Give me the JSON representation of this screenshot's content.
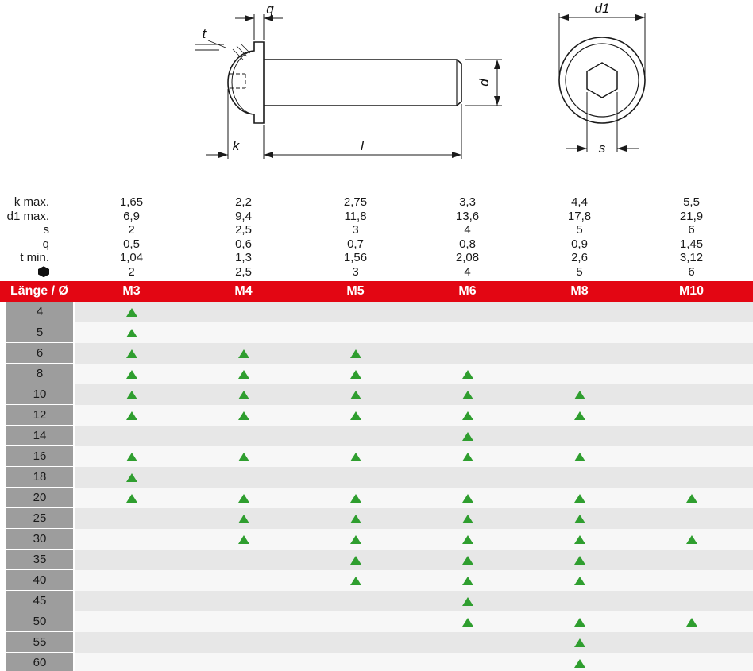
{
  "colors": {
    "header_red": "#e30613",
    "row_dark": "#e7e7e7",
    "row_light": "#f7f7f7",
    "label_gray": "#9d9d9d",
    "triangle_green": "#2f9e2f",
    "line_dark": "#1a1a1a"
  },
  "diagram": {
    "labels": {
      "q": "q",
      "t": "t",
      "k": "k",
      "l": "l",
      "d": "d",
      "d1": "d1",
      "s": "s"
    }
  },
  "spec_table": {
    "rows": [
      {
        "label": "k max.",
        "values": [
          "1,65",
          "2,2",
          "2,75",
          "3,3",
          "4,4",
          "5,5"
        ]
      },
      {
        "label": "d1 max.",
        "values": [
          "6,9",
          "9,4",
          "11,8",
          "13,6",
          "17,8",
          "21,9"
        ]
      },
      {
        "label": "s",
        "values": [
          "2",
          "2,5",
          "3",
          "4",
          "5",
          "6"
        ]
      },
      {
        "label": "q",
        "values": [
          "0,5",
          "0,6",
          "0,7",
          "0,8",
          "0,9",
          "1,45"
        ]
      },
      {
        "label": "t min.",
        "values": [
          "1,04",
          "1,3",
          "1,56",
          "2,08",
          "2,6",
          "3,12"
        ]
      },
      {
        "label": "",
        "icon": "hex-key-icon",
        "values": [
          "2",
          "2,5",
          "3",
          "4",
          "5",
          "6"
        ]
      }
    ]
  },
  "matrix": {
    "corner_label": "Länge / Ø",
    "columns": [
      "M3",
      "M4",
      "M5",
      "M6",
      "M8",
      "M10"
    ],
    "rows": [
      {
        "length": "4",
        "available": [
          1,
          0,
          0,
          0,
          0,
          0
        ]
      },
      {
        "length": "5",
        "available": [
          1,
          0,
          0,
          0,
          0,
          0
        ]
      },
      {
        "length": "6",
        "available": [
          1,
          1,
          1,
          0,
          0,
          0
        ]
      },
      {
        "length": "8",
        "available": [
          1,
          1,
          1,
          1,
          0,
          0
        ]
      },
      {
        "length": "10",
        "available": [
          1,
          1,
          1,
          1,
          1,
          0
        ]
      },
      {
        "length": "12",
        "available": [
          1,
          1,
          1,
          1,
          1,
          0
        ]
      },
      {
        "length": "14",
        "available": [
          0,
          0,
          0,
          1,
          0,
          0
        ]
      },
      {
        "length": "16",
        "available": [
          1,
          1,
          1,
          1,
          1,
          0
        ]
      },
      {
        "length": "18",
        "available": [
          1,
          0,
          0,
          0,
          0,
          0
        ]
      },
      {
        "length": "20",
        "available": [
          1,
          1,
          1,
          1,
          1,
          1
        ]
      },
      {
        "length": "25",
        "available": [
          0,
          1,
          1,
          1,
          1,
          0
        ]
      },
      {
        "length": "30",
        "available": [
          0,
          1,
          1,
          1,
          1,
          1
        ]
      },
      {
        "length": "35",
        "available": [
          0,
          0,
          1,
          1,
          1,
          0
        ]
      },
      {
        "length": "40",
        "available": [
          0,
          0,
          1,
          1,
          1,
          0
        ]
      },
      {
        "length": "45",
        "available": [
          0,
          0,
          0,
          1,
          0,
          0
        ]
      },
      {
        "length": "50",
        "available": [
          0,
          0,
          0,
          1,
          1,
          1
        ]
      },
      {
        "length": "55",
        "available": [
          0,
          0,
          0,
          0,
          1,
          0
        ]
      },
      {
        "length": "60",
        "available": [
          0,
          0,
          0,
          0,
          1,
          0
        ]
      }
    ]
  }
}
